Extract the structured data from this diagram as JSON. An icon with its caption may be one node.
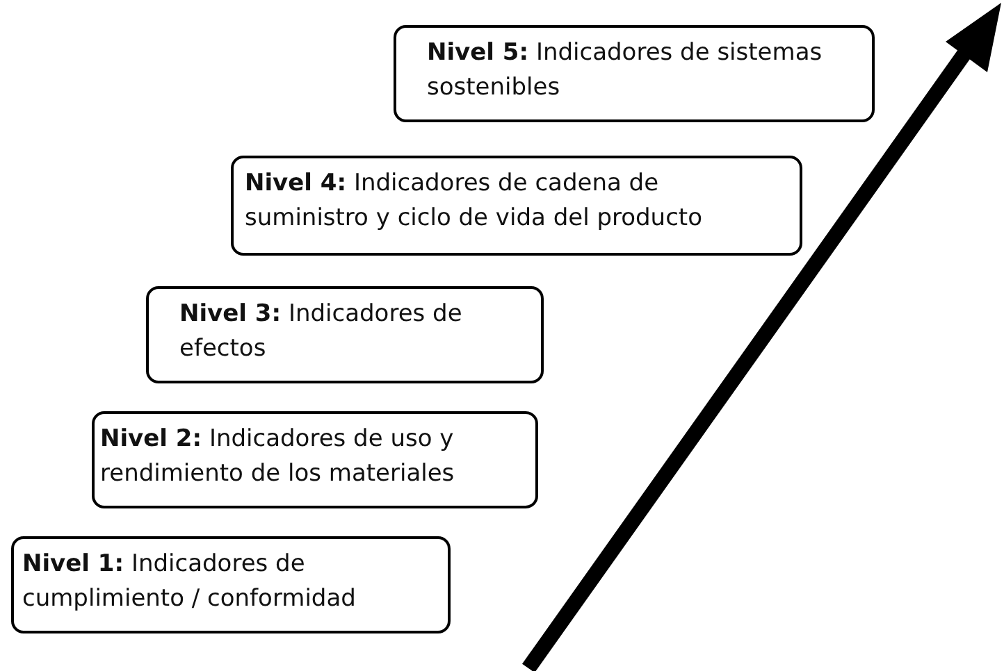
{
  "diagram": {
    "nodes": [
      {
        "text": [
          "**Nivel 5:** Indicadores de sistemas sostenibles"
        ]
      },
      {
        "text": [
          "**Nivel 4:** Indicadores de cadena de suministro y ciclo de vida del producto"
        ]
      },
      {
        "text": [
          "**Nivel 3:** Indicadores de efectos"
        ]
      },
      {
        "text": [
          "**Nivel 2:** Indicadores de uso y rendimiento de los materiales"
        ]
      },
      {
        "text": [
          "**Nivel 1:** Indicadores de cumplimiento / conformidad"
        ]
      }
    ]
  }
}
